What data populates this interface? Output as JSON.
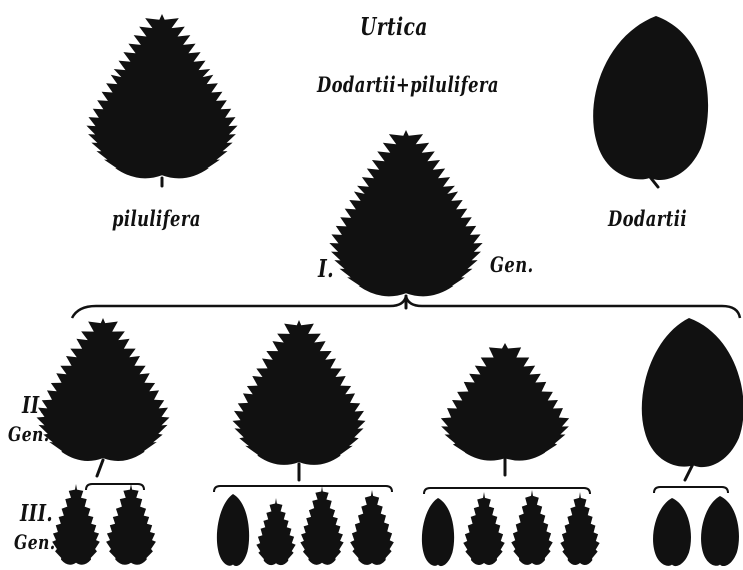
{
  "labels": {
    "title": "Urtica",
    "cross": "Dodartii+pilulifera",
    "parent_left": "pilulifera",
    "parent_right": "Dodartii",
    "gen1_numeral": "I.",
    "gen1_word": "Gen.",
    "gen2_numeral": "II.",
    "gen2_word": "Gen.",
    "gen3_numeral": "III.",
    "gen3_word": "Gen."
  },
  "colors": {
    "ink": "#111111",
    "background": "#ffffff"
  },
  "leaf_shapes": [
    "serrate",
    "entire"
  ],
  "generations": {
    "parents": [
      "serrate",
      "entire"
    ],
    "gen1": [
      "serrate"
    ],
    "gen2": [
      "serrate",
      "serrate",
      "serrate",
      "entire"
    ],
    "gen3": [
      [
        "serrate",
        "serrate"
      ],
      [
        "entire",
        "serrate",
        "serrate",
        "serrate"
      ],
      [
        "entire",
        "serrate",
        "serrate",
        "serrate"
      ],
      [
        "entire",
        "entire"
      ]
    ]
  }
}
